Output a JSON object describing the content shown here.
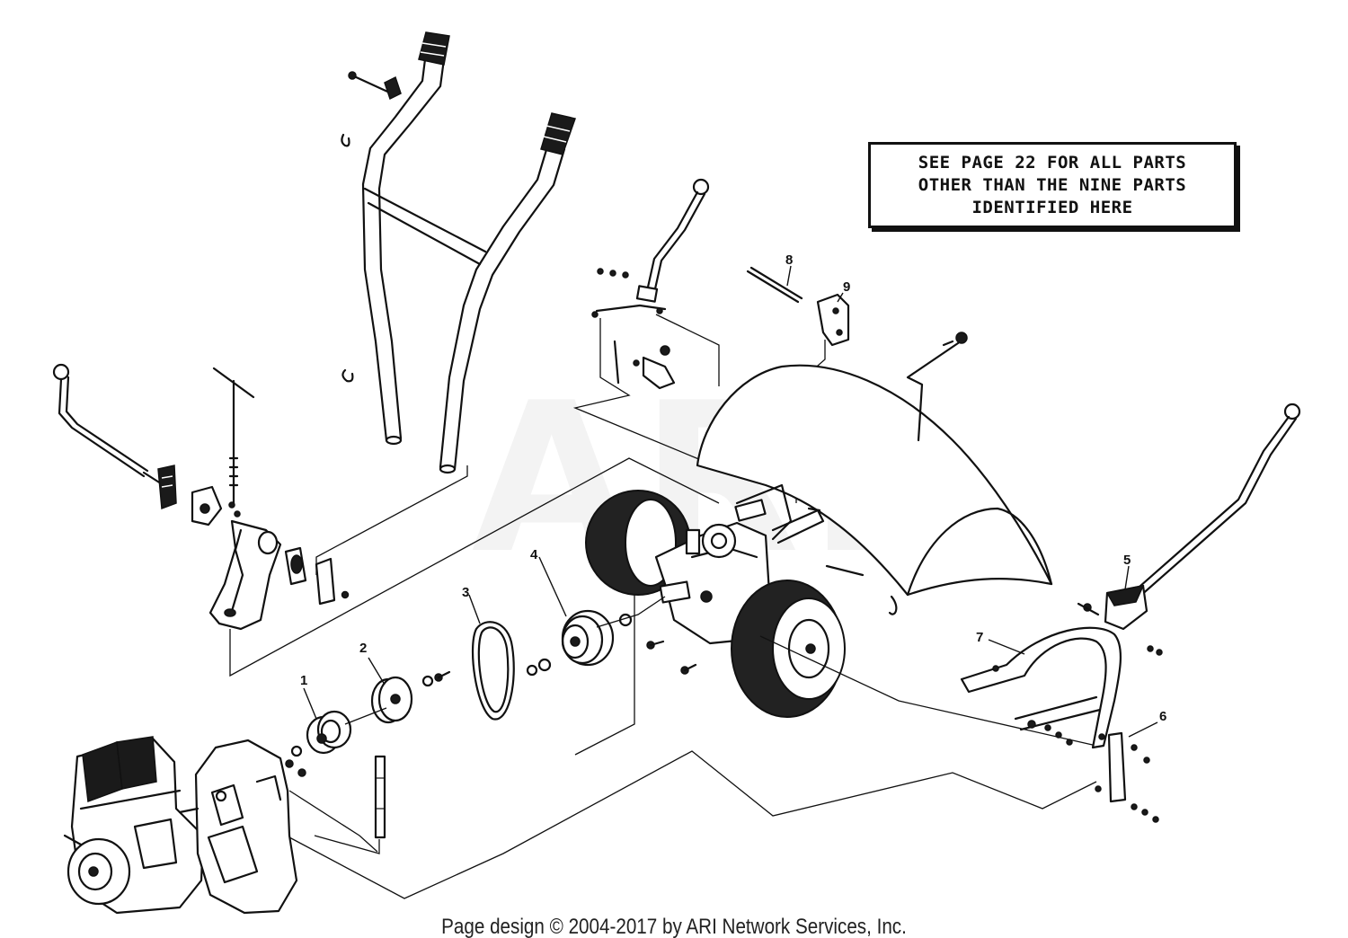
{
  "notice": {
    "line1": "SEE PAGE 22 FOR ALL PARTS",
    "line2": "OTHER THAN THE NINE PARTS",
    "line3": "IDENTIFIED HERE"
  },
  "part_labels": [
    "1",
    "2",
    "3",
    "4",
    "5",
    "6",
    "7",
    "8",
    "9"
  ],
  "watermark": "ARI",
  "footer": "Page design © 2004-2017 by ARI Network Services, Inc."
}
